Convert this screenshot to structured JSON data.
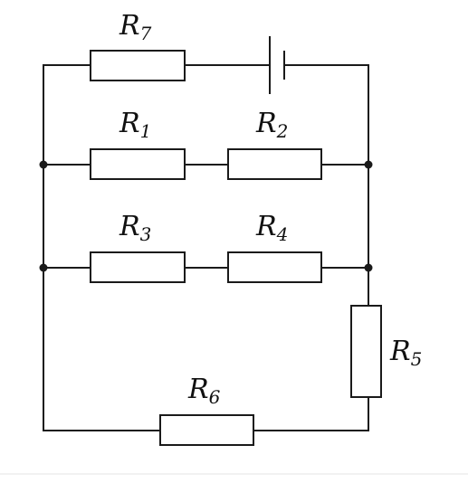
{
  "circuit": {
    "battery": {
      "symbol": "battery-icon"
    },
    "resistors": [
      {
        "id": "R7",
        "letter": "R",
        "subscript": "7"
      },
      {
        "id": "R1",
        "letter": "R",
        "subscript": "1"
      },
      {
        "id": "R2",
        "letter": "R",
        "subscript": "2"
      },
      {
        "id": "R3",
        "letter": "R",
        "subscript": "3"
      },
      {
        "id": "R4",
        "letter": "R",
        "subscript": "4"
      },
      {
        "id": "R5",
        "letter": "R",
        "subscript": "5"
      },
      {
        "id": "R6",
        "letter": "R",
        "subscript": "6"
      }
    ]
  },
  "colors": {
    "wire": "#1a1a1a",
    "background": "#ffffff"
  }
}
